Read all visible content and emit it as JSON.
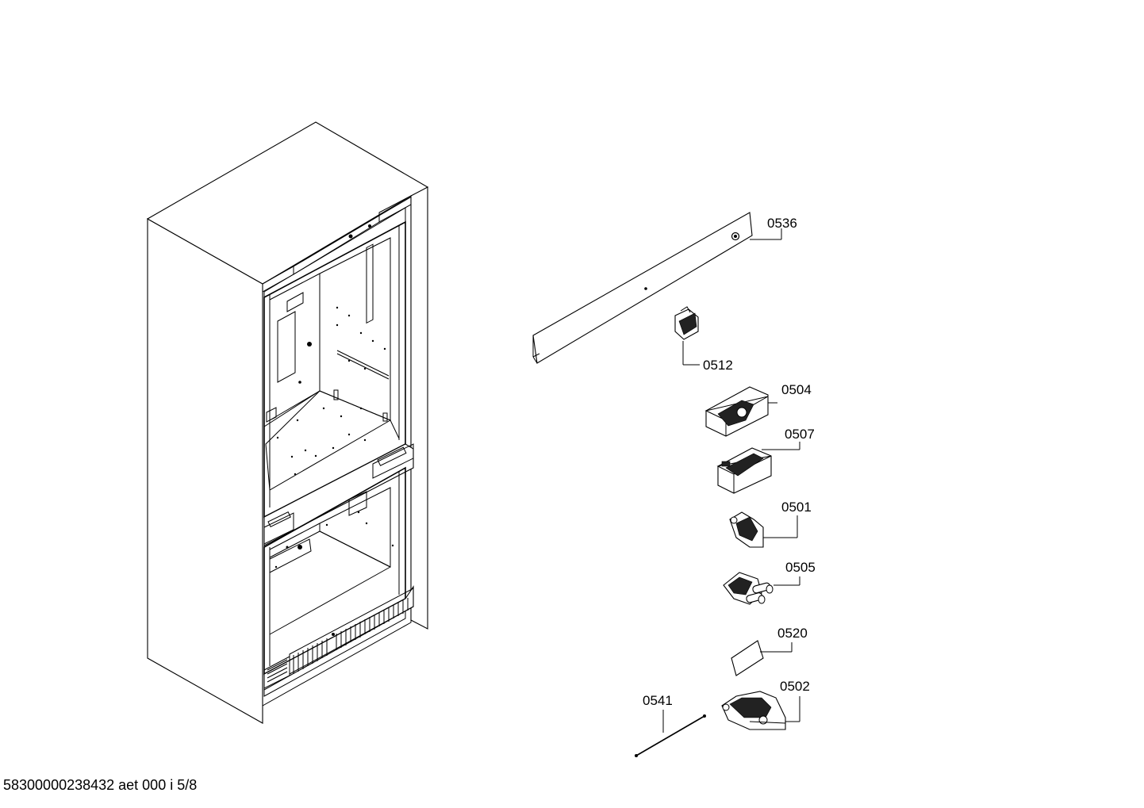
{
  "diagram": {
    "parts": [
      {
        "id": "0536",
        "label": "0536"
      },
      {
        "id": "0512",
        "label": "0512"
      },
      {
        "id": "0504",
        "label": "0504"
      },
      {
        "id": "0507",
        "label": "0507"
      },
      {
        "id": "0501",
        "label": "0501"
      },
      {
        "id": "0505",
        "label": "0505"
      },
      {
        "id": "0520",
        "label": "0520"
      },
      {
        "id": "0502",
        "label": "0502"
      },
      {
        "id": "0541",
        "label": "0541"
      }
    ]
  },
  "footer": {
    "text": "58300000238432 aet 000 i 5/8"
  }
}
